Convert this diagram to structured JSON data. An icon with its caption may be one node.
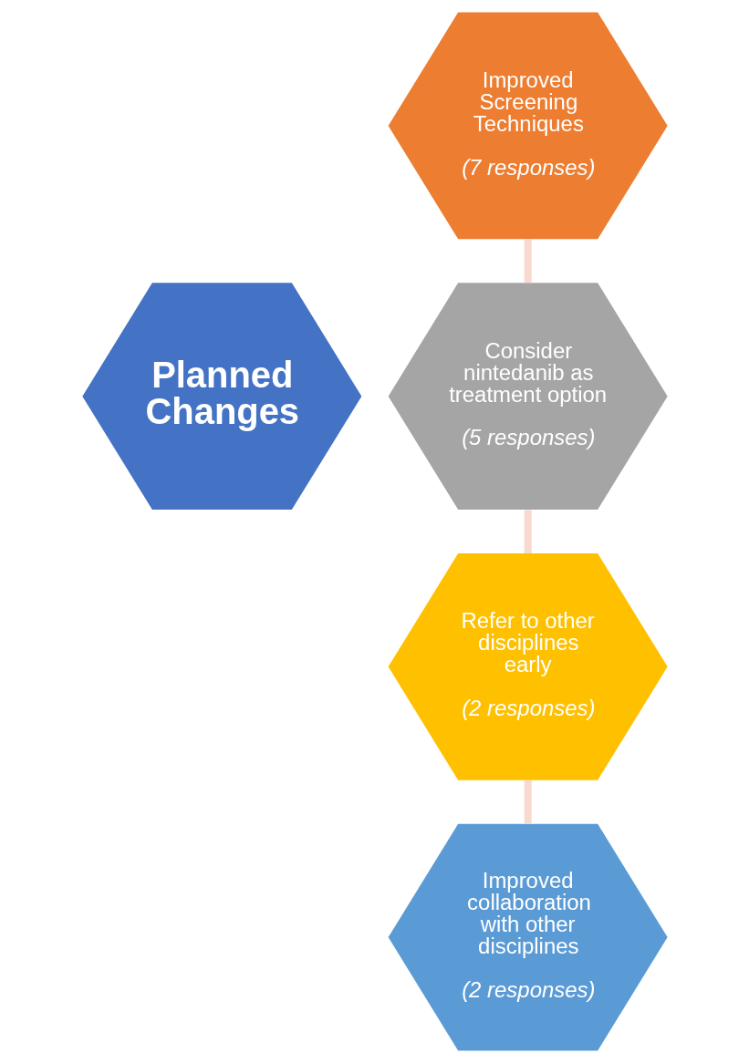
{
  "diagram": {
    "nodes": [
      {
        "text": [
          "Improved Screening Techniques",
          "(7 responses)"
        ]
      },
      {
        "text": [
          "Consider nintedanib as treatment option",
          "(5 responses)"
        ]
      },
      {
        "text": [
          "Planned Changes"
        ]
      },
      {
        "text": [
          "Refer to other disciplines early",
          "(2 responses)"
        ]
      },
      {
        "text": [
          "Improved collaboration with other disciplines",
          "(2 responses)"
        ]
      }
    ],
    "edges": [
      {
        "from": 0,
        "to": 1,
        "arrow": "none"
      },
      {
        "from": 1,
        "to": 3,
        "arrow": "none"
      },
      {
        "from": 3,
        "to": 4,
        "arrow": "none"
      }
    ]
  }
}
